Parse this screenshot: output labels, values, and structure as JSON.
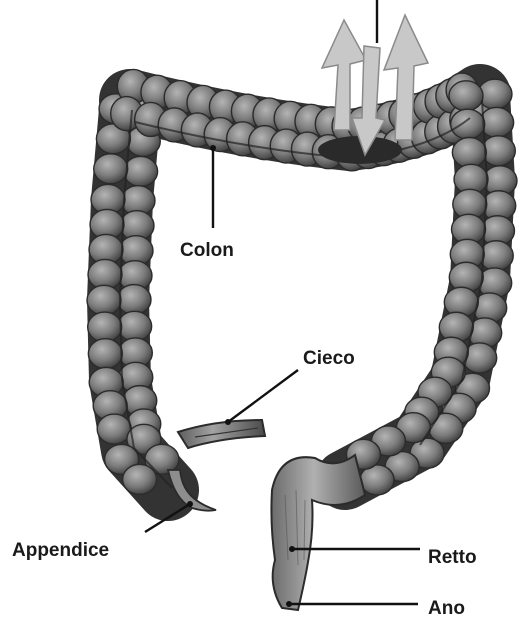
{
  "labels": {
    "colon": "Colon",
    "cieco": "Cieco",
    "appendice": "Appendice",
    "retto": "Retto",
    "ano": "Ano"
  },
  "colors": {
    "colon_fill": "#8a8a8a",
    "colon_outline": "#2b2b2b",
    "colon_shadow": "#3f3f3f",
    "arrow_fill": "#c8c8c8",
    "label_text": "#1a1a1a"
  },
  "icons": [
    "arrow-up-icon",
    "arrow-down-icon"
  ]
}
